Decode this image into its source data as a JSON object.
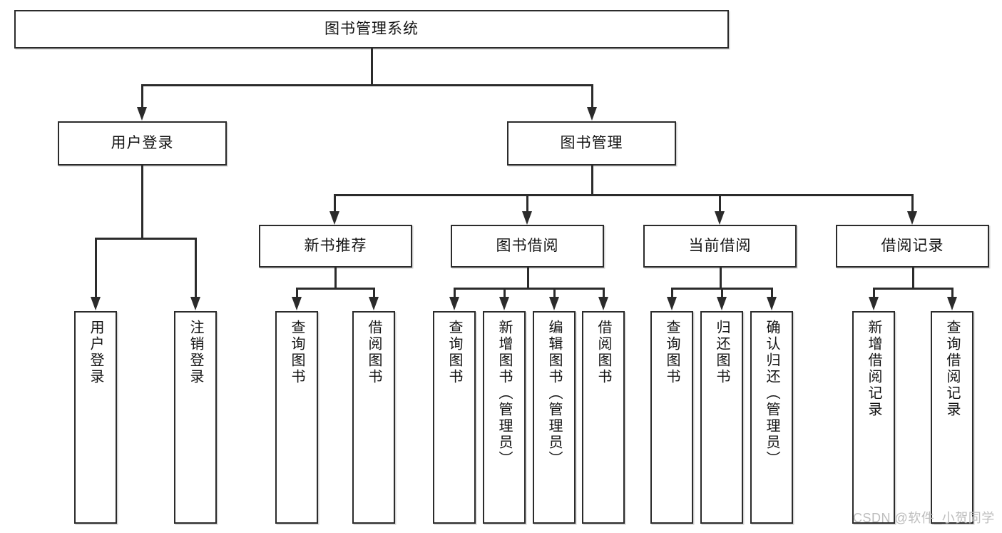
{
  "diagram": {
    "type": "tree-hierarchy",
    "title": "图书管理系统",
    "orientation": "top-down",
    "colors": {
      "stroke": "#2b2b2b",
      "fill": "#ffffff",
      "text": "#141414",
      "watermark": "#bdbdbd"
    },
    "root": {
      "label": "图书管理系统"
    },
    "level2": [
      {
        "label": "用户登录"
      },
      {
        "label": "图书管理"
      }
    ],
    "level3": [
      {
        "label": "新书推荐"
      },
      {
        "label": "图书借阅"
      },
      {
        "label": "当前借阅"
      },
      {
        "label": "借阅记录"
      }
    ],
    "leaves": {
      "user_login": [
        {
          "label": "用户登录"
        },
        {
          "label": "注销登录"
        }
      ],
      "new_book_recommend": [
        {
          "label": "查询图书"
        },
        {
          "label": "借阅图书"
        }
      ],
      "book_borrow": [
        {
          "label": "查询图书"
        },
        {
          "label": "新增图书（管理员）"
        },
        {
          "label": "编辑图书（管理员）"
        },
        {
          "label": "借阅图书"
        }
      ],
      "current_borrow": [
        {
          "label": "查询图书"
        },
        {
          "label": "归还图书"
        },
        {
          "label": "确认归还（管理员）"
        }
      ],
      "borrow_record": [
        {
          "label": "新增借阅记录"
        },
        {
          "label": "查询借阅记录"
        }
      ]
    },
    "watermark": "CSDN @软件_小贺同学"
  }
}
